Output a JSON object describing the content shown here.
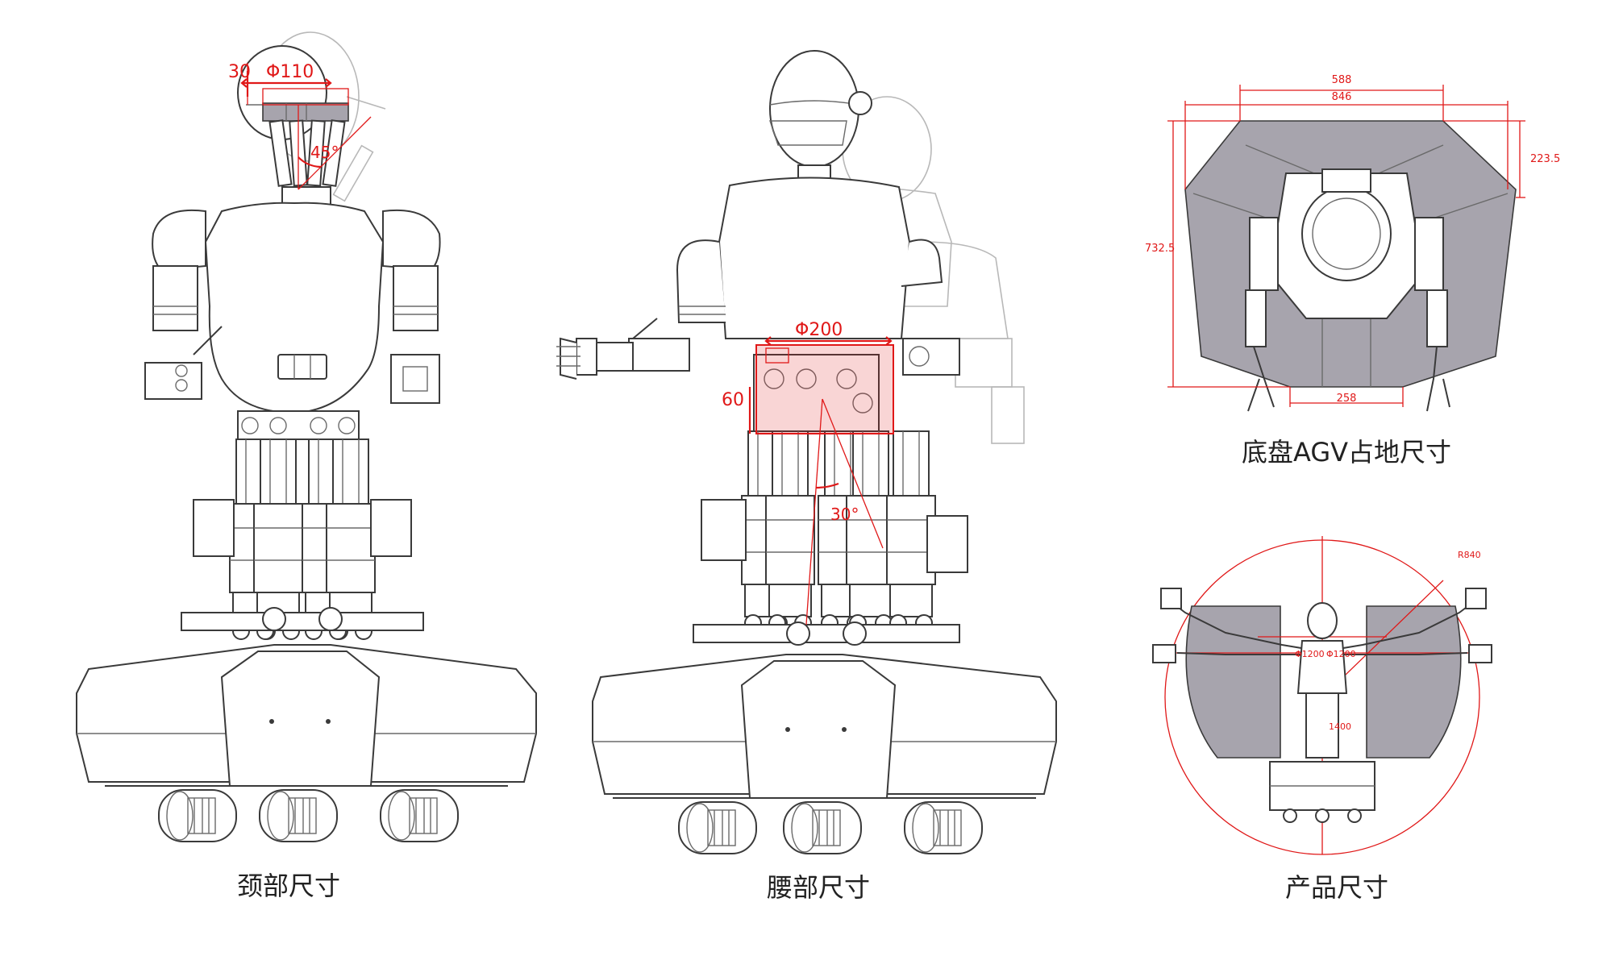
{
  "captions": {
    "neck": "颈部尺寸",
    "waist": "腰部尺寸",
    "agv": "底盘AGV占地尺寸",
    "product": "产品尺寸"
  },
  "neck_dims": {
    "offset": "30",
    "diameter": "Φ110",
    "angle": "45°"
  },
  "waist_dims": {
    "diameter": "Φ200",
    "height": "60",
    "angle": "30°"
  },
  "agv_dims": {
    "top_inner": "588",
    "top_outer": "846",
    "side_right": "223.5",
    "side_left": "732.5",
    "bottom": "258"
  },
  "product_dims": {
    "radius": "R840",
    "span_left": "Φ1200",
    "span_right": "Φ1200",
    "height": "1400"
  },
  "colors": {
    "dimension": "#e01818",
    "line": "#3a3a3a",
    "fill_grey": "#a7a4ad"
  }
}
